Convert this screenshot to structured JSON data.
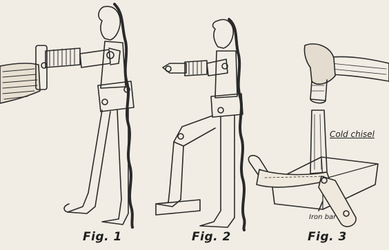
{
  "figures": [
    {
      "caption": "Fig. 1"
    },
    {
      "caption": "Fig. 2"
    },
    {
      "caption": "Fig. 3"
    }
  ],
  "labels": {
    "cold_chisel": "Cold chisel",
    "iron_bar": "Iron bar"
  }
}
